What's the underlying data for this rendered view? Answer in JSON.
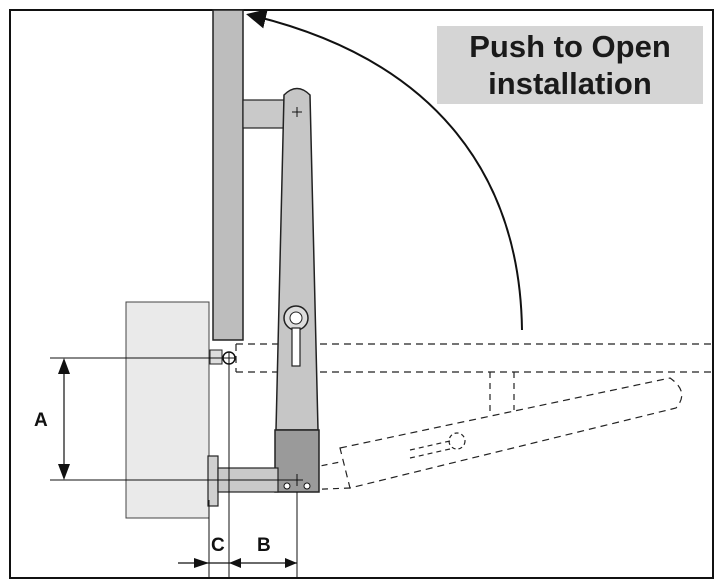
{
  "title": {
    "line1": "Push to Open",
    "line2": "installation"
  },
  "dimensions": {
    "a": "A",
    "b": "B",
    "c": "C"
  },
  "colors": {
    "background": "#ffffff",
    "line": "#111111",
    "title_box": "#d5d5d5",
    "gate_fill": "#b8b8b8",
    "operator_fill": "#c8c8c8",
    "operator_base": "#9a9a9a"
  }
}
